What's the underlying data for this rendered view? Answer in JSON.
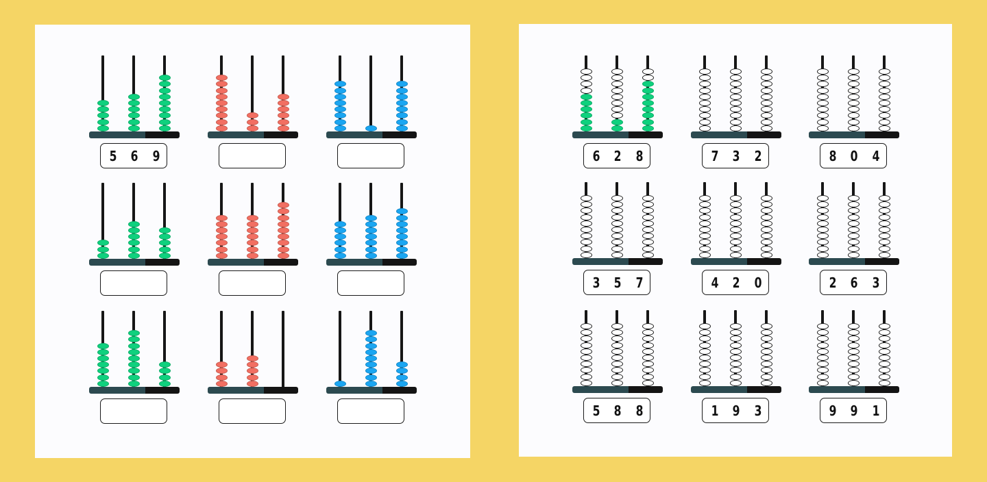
{
  "colors": {
    "background": "#f5d565",
    "card": "#fcfcfe",
    "green": "#0fd17e",
    "red": "#f26f62",
    "blue": "#1ba6f2",
    "rod": "#161616",
    "base_left": "#2c4a50",
    "base_right": "#141414"
  },
  "left_sheet": {
    "description_color_per_column": [
      "green",
      "red",
      "blue"
    ],
    "abacuses": [
      {
        "row": 0,
        "col": 0,
        "color": "green",
        "beads": [
          5,
          6,
          9
        ],
        "answer": [
          "5",
          "6",
          "9"
        ]
      },
      {
        "row": 0,
        "col": 1,
        "color": "red",
        "beads": [
          9,
          3,
          6
        ],
        "answer": []
      },
      {
        "row": 0,
        "col": 2,
        "color": "blue",
        "beads": [
          8,
          1,
          8
        ],
        "answer": []
      },
      {
        "row": 1,
        "col": 0,
        "color": "green",
        "beads": [
          3,
          6,
          5
        ],
        "answer": []
      },
      {
        "row": 1,
        "col": 1,
        "color": "red",
        "beads": [
          7,
          7,
          9
        ],
        "answer": []
      },
      {
        "row": 1,
        "col": 2,
        "color": "blue",
        "beads": [
          6,
          7,
          8
        ],
        "answer": []
      },
      {
        "row": 2,
        "col": 0,
        "color": "green",
        "beads": [
          7,
          9,
          4
        ],
        "answer": []
      },
      {
        "row": 2,
        "col": 1,
        "color": "red",
        "beads": [
          4,
          5,
          0
        ],
        "answer": []
      },
      {
        "row": 2,
        "col": 2,
        "color": "blue",
        "beads": [
          1,
          9,
          4
        ],
        "answer": []
      }
    ]
  },
  "right_sheet": {
    "abacuses": [
      {
        "row": 0,
        "col": 0,
        "answer": [
          "6",
          "2",
          "8"
        ],
        "colored": [
          6,
          2,
          8
        ]
      },
      {
        "row": 0,
        "col": 1,
        "answer": [
          "7",
          "3",
          "2"
        ],
        "colored": [
          0,
          0,
          0
        ]
      },
      {
        "row": 0,
        "col": 2,
        "answer": [
          "8",
          "0",
          "4"
        ],
        "colored": [
          0,
          0,
          0
        ]
      },
      {
        "row": 1,
        "col": 0,
        "answer": [
          "3",
          "5",
          "7"
        ],
        "colored": [
          0,
          0,
          0
        ]
      },
      {
        "row": 1,
        "col": 1,
        "answer": [
          "4",
          "2",
          "0"
        ],
        "colored": [
          0,
          0,
          0
        ]
      },
      {
        "row": 1,
        "col": 2,
        "answer": [
          "2",
          "6",
          "3"
        ],
        "colored": [
          0,
          0,
          0
        ]
      },
      {
        "row": 2,
        "col": 0,
        "answer": [
          "5",
          "8",
          "8"
        ],
        "colored": [
          0,
          0,
          0
        ]
      },
      {
        "row": 2,
        "col": 1,
        "answer": [
          "1",
          "9",
          "3"
        ],
        "colored": [
          0,
          0,
          0
        ]
      },
      {
        "row": 2,
        "col": 2,
        "answer": [
          "9",
          "9",
          "1"
        ],
        "colored": [
          0,
          0,
          0
        ]
      }
    ]
  }
}
